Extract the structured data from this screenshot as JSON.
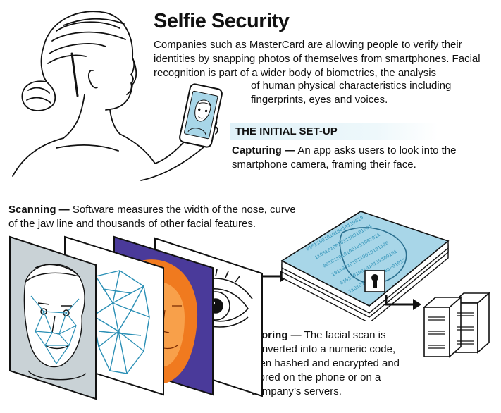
{
  "title": "Selfie Security",
  "intro": {
    "line1": "Companies such as MasterCard are allowing people to verify their identities by snapping photos of themselves from smartphones. Facial recognition is part of a wider body of biometrics, the analysis",
    "line2": "of human physical characteristics including fingerprints, eyes and voices."
  },
  "setup": {
    "title": "THE INITIAL SET-UP"
  },
  "steps": {
    "capturing": {
      "label": "Capturing —",
      "text": "An app asks users to look into the smartphone camera, framing their face."
    },
    "scanning": {
      "label": "Scanning —",
      "text": "Software measures the width of the nose, curve of the jaw line and thousands of other facial features."
    },
    "storing": {
      "label": "Storing —",
      "text": "The facial scan is converted into a numeric code, then hashed and encrypted and stored on the phone or on a company’s servers."
    }
  },
  "colors": {
    "accent_blue": "#2a8fb5",
    "light_blue": "#a8d6e8",
    "heat_orange": "#f07a1f",
    "heat_purple": "#4a3a9a",
    "ink": "#111111"
  },
  "illustrations": {
    "woman": "woman-taking-selfie-illustration",
    "layers": [
      "photo-layer",
      "mesh-layer",
      "thermal-layer",
      "eye-layer"
    ],
    "data_stack": "encrypted-data-stack",
    "lock": "keyhole-lock-icon",
    "servers": "server-towers-icon",
    "arrows": "arrow-icon"
  }
}
